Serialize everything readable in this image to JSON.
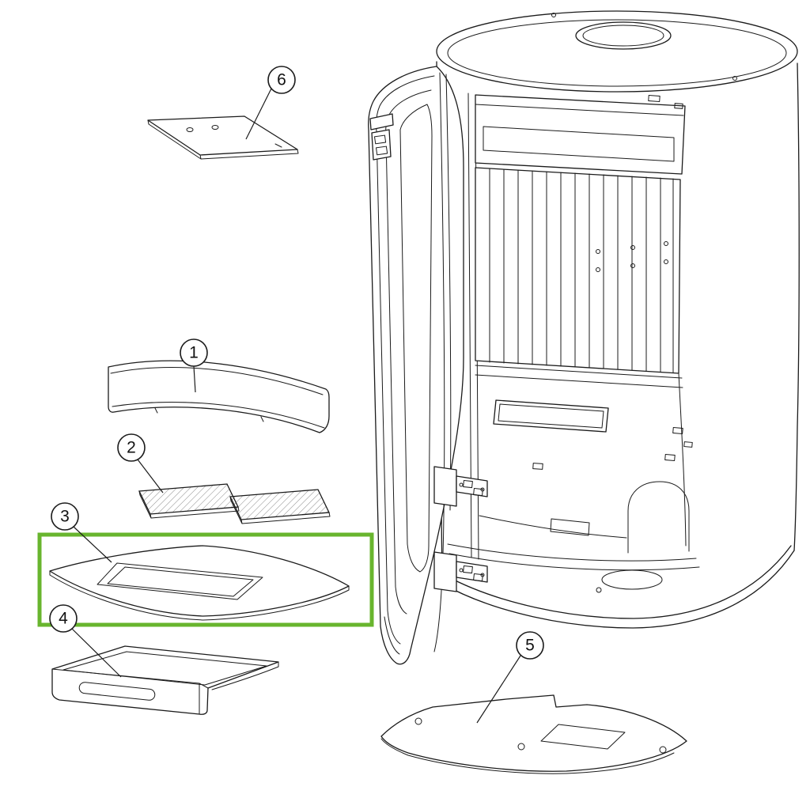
{
  "diagram": {
    "type": "exploded-parts-diagram",
    "subject": "oval-wood-stove",
    "highlight": {
      "color": "#68b52e",
      "selected_callout": "3"
    },
    "callouts": [
      {
        "label": "1",
        "part": "front-plate"
      },
      {
        "label": "2",
        "part": "burn-plates"
      },
      {
        "label": "3",
        "part": "bottom-grate-frame"
      },
      {
        "label": "4",
        "part": "ash-pan"
      },
      {
        "label": "5",
        "part": "floor-heat-shield"
      },
      {
        "label": "6",
        "part": "baffle-plate"
      }
    ]
  }
}
